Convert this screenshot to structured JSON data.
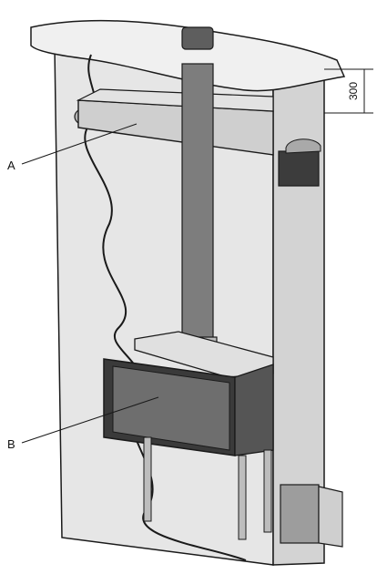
{
  "labels": {
    "a": "A",
    "b": "B"
  },
  "dimension": {
    "value": "300"
  },
  "colors": {
    "line": "#1a1a1a",
    "panel_light": "#ececec",
    "panel_mid": "#d9d9d9",
    "panel_dark": "#c4c4c4",
    "flue": "#7d7d7d",
    "glass": "#6e6e6e",
    "firebox": "#3a3a3a"
  }
}
